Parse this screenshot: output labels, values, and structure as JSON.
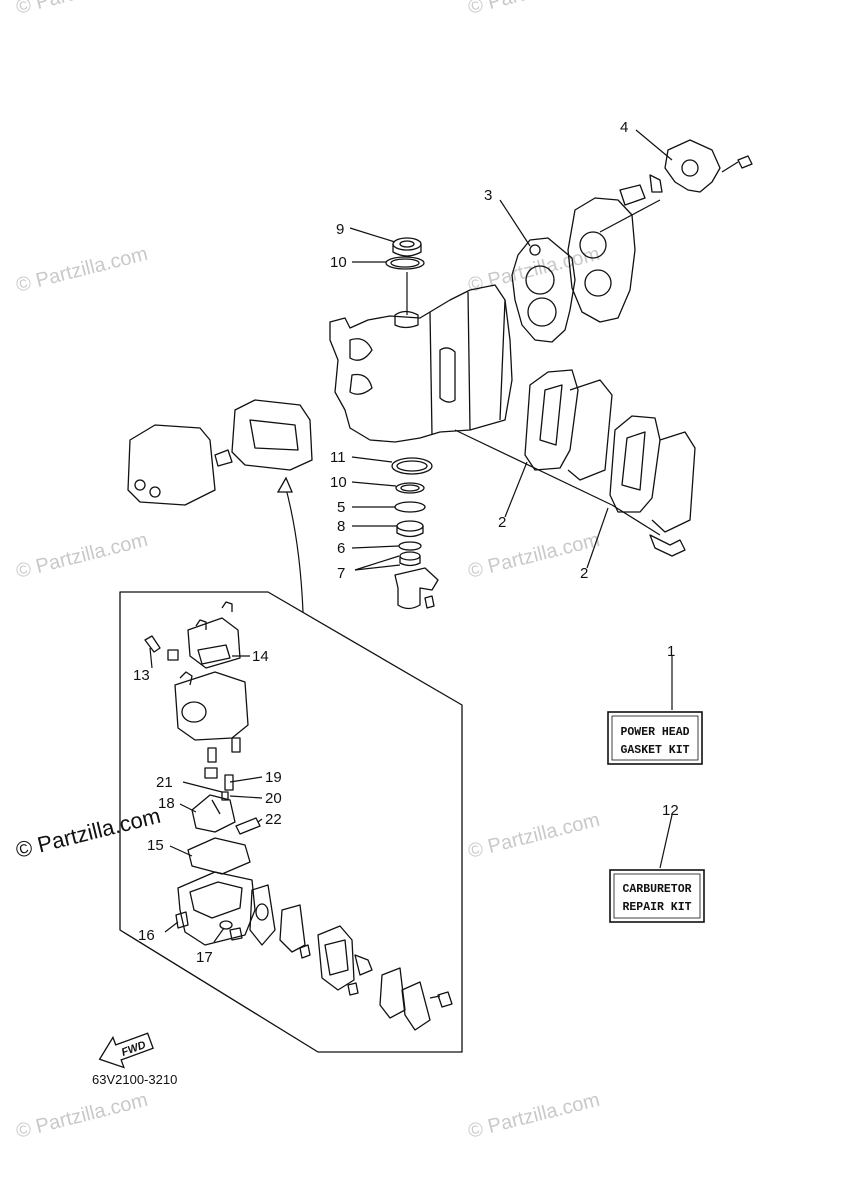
{
  "watermark": {
    "text": "© Partzilla.com",
    "strong_text": "© Partzilla.com"
  },
  "kits": {
    "power_head": {
      "line1": "POWER HEAD",
      "line2": "GASKET KIT"
    },
    "carburetor": {
      "line1": "CARBURETOR",
      "line2": "REPAIR KIT"
    }
  },
  "fwd": "FWD",
  "diagram_code": "63V2100-3210",
  "labels": {
    "p1": "1",
    "p2a": "2",
    "p2b": "2",
    "p3": "3",
    "p4": "4",
    "p5": "5",
    "p6": "6",
    "p7": "7",
    "p8": "8",
    "p9": "9",
    "p10a": "10",
    "p10b": "10",
    "p11": "11",
    "p12": "12",
    "p13": "13",
    "p14": "14",
    "p15": "15",
    "p16": "16",
    "p17": "17",
    "p18": "18",
    "p19": "19",
    "p20": "20",
    "p21": "21",
    "p22": "22"
  }
}
